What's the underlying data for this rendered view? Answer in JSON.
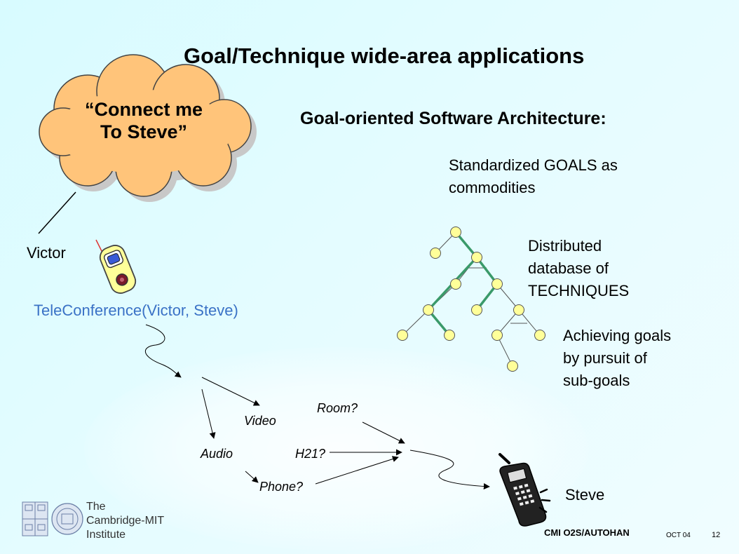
{
  "slide": {
    "title": "Goal/Technique wide-area applications",
    "subtitle": "Goal-oriented Software Architecture:",
    "cloud": {
      "line1": "“Connect me",
      "line2": "To Steve”"
    },
    "points": {
      "goals_line1": "Standardized GOALS as",
      "goals_line2": "commodities",
      "db_line1": "Distributed",
      "db_line2": "database of",
      "db_line3": "TECHNIQUES",
      "sub_line1": "Achieving goals",
      "sub_line2": "by pursuit of",
      "sub_line3": "sub-goals"
    },
    "victor_label": "Victor",
    "steve_label": "Steve",
    "teleconference": "TeleConference(Victor, Steve)",
    "flow": {
      "video": "Video",
      "audio": "Audio",
      "room": "Room?",
      "h21": "H21?",
      "phone": "Phone?"
    },
    "logo": {
      "line1": "The",
      "line2": "Cambridge-MIT",
      "line3": "Institute"
    },
    "footer": {
      "label": "CMI O2S/AUTOHAN",
      "date": "OCT 04",
      "page": "12"
    }
  },
  "colors": {
    "cloud_fill": "#ffc47a",
    "tree_highlight": "#3a9a6a",
    "node_fill": "#ffff99",
    "link_blue": "#3a72c6"
  }
}
